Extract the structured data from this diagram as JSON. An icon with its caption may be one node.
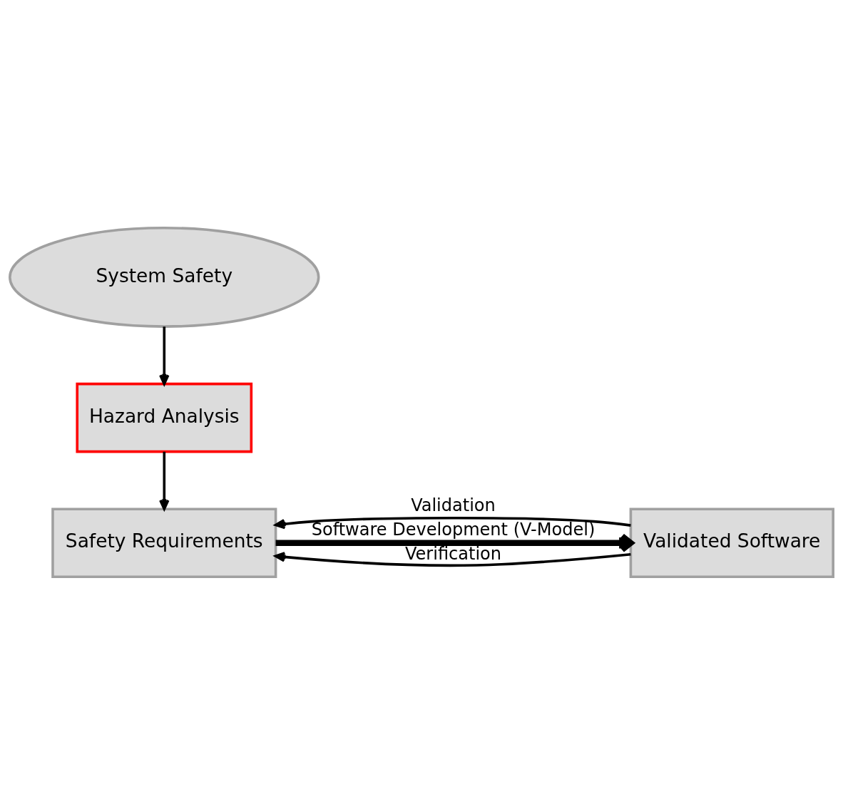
{
  "diagram": {
    "nodes": [
      {
        "text": [
          "System Safety"
        ]
      },
      {
        "text": [
          "Hazard Analysis"
        ]
      },
      {
        "text": [
          "Safety Requirements"
        ]
      },
      {
        "text": [
          "Validated Software"
        ]
      }
    ],
    "edges": [
      {
        "from": 0,
        "to": 1,
        "arrow": "to"
      },
      {
        "from": 1,
        "to": 2,
        "arrow": "to"
      },
      {
        "from": 3,
        "to": 2,
        "arrow": "to",
        "label": "Validation"
      },
      {
        "from": 2,
        "to": 3,
        "arrow": "to",
        "label": "Software Development (V-Model)",
        "style": "thick"
      },
      {
        "from": 3,
        "to": 2,
        "arrow": "to",
        "label": "Verification"
      }
    ]
  }
}
